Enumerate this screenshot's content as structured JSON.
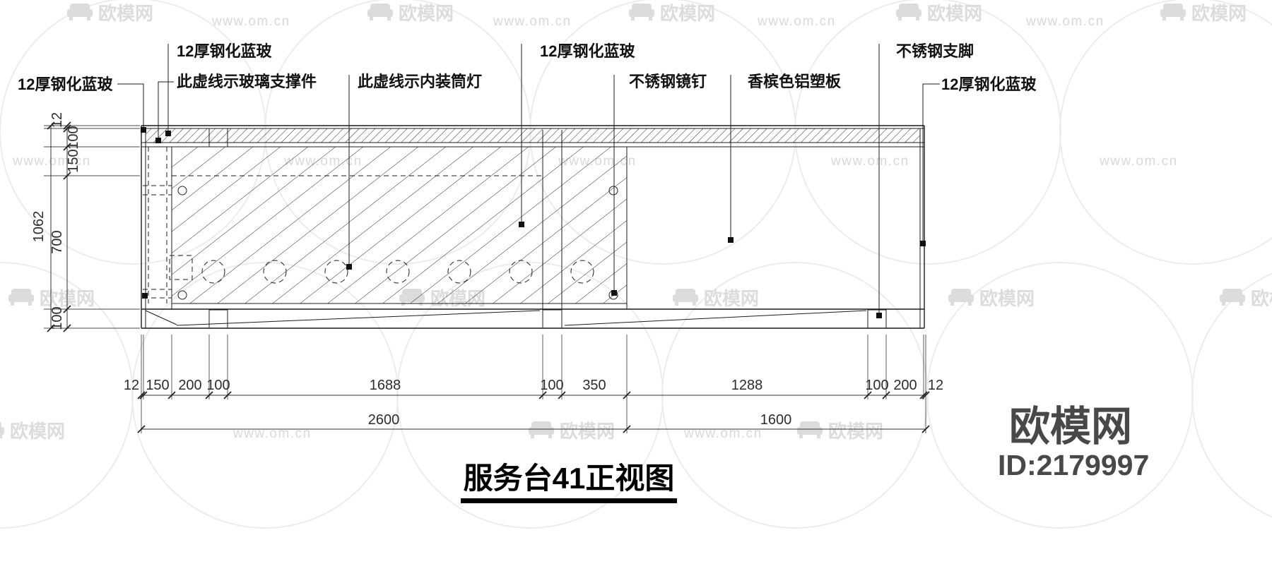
{
  "title": "服务台41正视图",
  "brand": {
    "name": "欧模网",
    "url": "www.om.cn",
    "id": "ID:2179997"
  },
  "callouts": {
    "glass_far_left": "12厚钢化蓝玻",
    "glass_top_left": "12厚钢化蓝玻",
    "glass_support": "此虚线示玻璃支撑件",
    "downlight": "此虚线示内装筒灯",
    "glass_mid": "12厚钢化蓝玻",
    "mirror_nail": "不锈钢镜钉",
    "aluminum_panel": "香槟色铝塑板",
    "steel_feet": "不锈钢支脚",
    "glass_right": "12厚钢化蓝玻"
  },
  "dims": {
    "v": [
      "12",
      "100",
      "150",
      "1062",
      "700",
      "100"
    ],
    "h1": [
      "12",
      "150",
      "200",
      "100",
      "1688",
      "100",
      "350",
      "1288",
      "100",
      "200",
      "12"
    ],
    "h2": [
      "2600",
      "1600"
    ]
  }
}
